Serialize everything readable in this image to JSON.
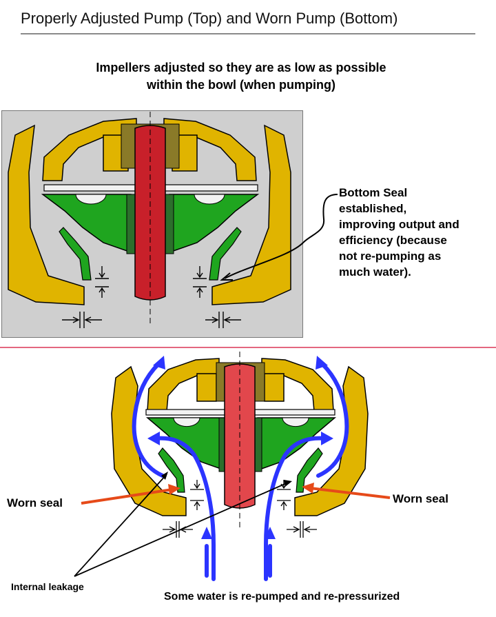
{
  "header": {
    "title": "Properly Adjusted Pump (Top) and Worn Pump (Bottom)"
  },
  "top_section": {
    "subtitle_line1": "Impellers adjusted so they are as low as possible",
    "subtitle_line2": "within the bowl (when pumping)",
    "note_lines": [
      "Bottom Seal",
      "established,",
      "improving output and",
      "efficiency (because",
      "not re-pumping as",
      "much water)."
    ]
  },
  "bottom_section": {
    "worn_seal_left": "Worn seal",
    "worn_seal_right": "Worn seal",
    "internal_leakage": "Internal leakage",
    "bottom_note": "Some water is re-pumped and re-pressurized"
  },
  "colors": {
    "bowl": "#e0b400",
    "impeller": "#1fa51f",
    "shaft_top": "#c8202a",
    "shaft_bottom": "#e2474c",
    "flow_arrow": "#2b34ff",
    "seal_arrow": "#e64a19",
    "panel_bg": "#cfcfcf",
    "divider": "#e4677f"
  }
}
